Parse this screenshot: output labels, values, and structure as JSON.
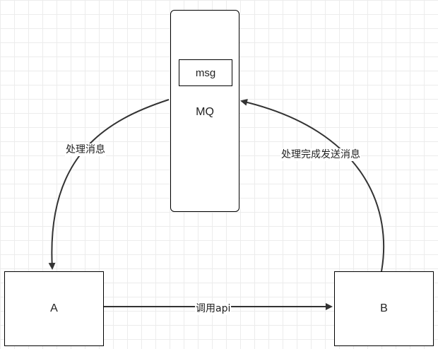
{
  "nodes": {
    "mq": "MQ",
    "msg": "msg",
    "a": "A",
    "b": "B"
  },
  "edges": {
    "mq_to_a": "处理消息",
    "b_to_mq": "处理完成发送消息",
    "a_to_b": "调用api"
  },
  "colors": {
    "line": "#333333",
    "grid": "#ececec"
  }
}
